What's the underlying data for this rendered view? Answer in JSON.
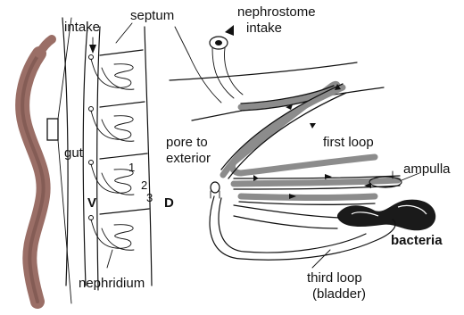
{
  "labels": {
    "intake": "intake",
    "septum": "septum",
    "nephrostome_line1": "nephrostome",
    "nephrostome_line2": "intake",
    "gut": "gut",
    "loop_number_1": "1",
    "loop_number_2": "2",
    "loop_number_3": "3",
    "ventral": "V",
    "dorsal": "D",
    "nephridium": "nephridium",
    "pore_line1": "pore to",
    "pore_line2": "exterior",
    "first_loop": "first loop",
    "ampulla": "ampulla",
    "bacteria": "bacteria",
    "third_loop_line1": "third loop",
    "third_loop_line2": "(bladder)"
  },
  "colors": {
    "ink": "#111111",
    "tube_grey": "#8c8c8c",
    "worm_body": "#9a6e66",
    "worm_dark": "#6e4a44",
    "bacteria_fill": "#1a1a1a"
  }
}
